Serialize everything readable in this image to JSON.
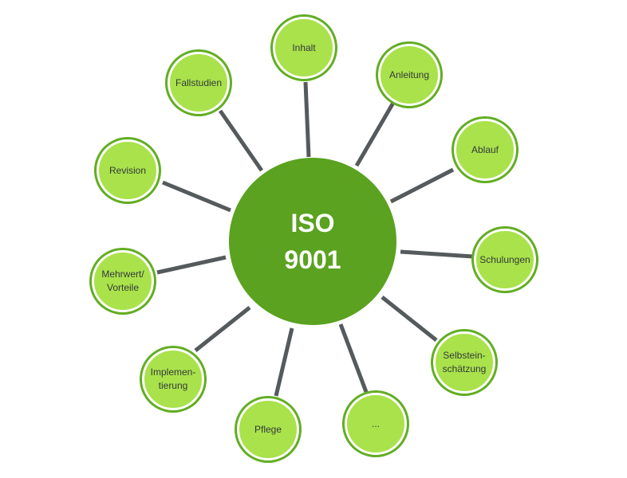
{
  "center": {
    "line1": "ISO",
    "line2": "9001"
  },
  "nodes": [
    {
      "id": "inhalt",
      "lines": [
        "Inhalt"
      ]
    },
    {
      "id": "anleitung",
      "lines": [
        "Anleitung"
      ]
    },
    {
      "id": "ablauf",
      "lines": [
        "Ablauf"
      ]
    },
    {
      "id": "schulungen",
      "lines": [
        "Schulungen"
      ]
    },
    {
      "id": "selbsteinschaetzung",
      "lines": [
        "Selbstein-",
        "schätzung"
      ]
    },
    {
      "id": "ellipsis",
      "lines": [
        "..."
      ]
    },
    {
      "id": "pflege",
      "lines": [
        "Pflege"
      ]
    },
    {
      "id": "implementierung",
      "lines": [
        "Implemen-",
        "tierung"
      ]
    },
    {
      "id": "mehrwert-vorteile",
      "lines": [
        "Mehrwert/",
        "Vorteile"
      ]
    },
    {
      "id": "revision",
      "lines": [
        "Revision"
      ]
    },
    {
      "id": "fallstudien",
      "lines": [
        "Fallstudien"
      ]
    }
  ],
  "colors": {
    "center_fill": "#5aa220",
    "node_fill": "#a9e24b",
    "node_ring": "#62ad22",
    "connector": "#555a5c",
    "center_text": "#ffffff",
    "node_text": "#333a3a"
  }
}
